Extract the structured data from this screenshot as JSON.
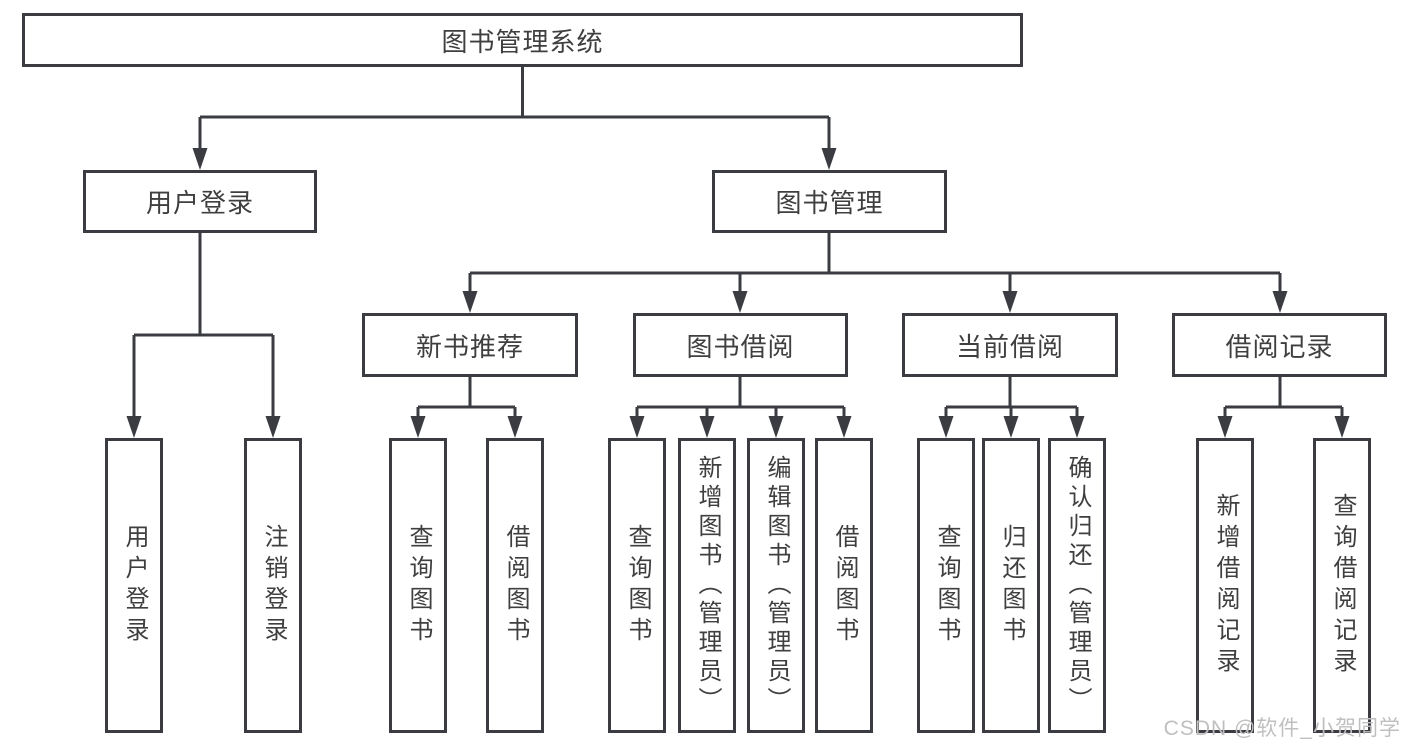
{
  "diagram": {
    "title": "图书管理系统",
    "watermark": "CSDN @软件_小贺同学",
    "colors": {
      "line": "#3a3c41",
      "text": "#3f3f3f",
      "background": "#ffffff",
      "watermark": "#bfbfbf"
    }
  },
  "nodes": {
    "root": {
      "label": "图书管理系统"
    },
    "level2": {
      "user_login": {
        "label": "用户登录"
      },
      "book_management": {
        "label": "图书管理"
      }
    },
    "level3": {
      "new_book_recommend": {
        "label": "新书推荐"
      },
      "book_borrowing": {
        "label": "图书借阅"
      },
      "current_borrowing": {
        "label": "当前借阅"
      },
      "borrowing_records": {
        "label": "借阅记录"
      }
    },
    "leaves": {
      "user_login": {
        "label": "用户登录"
      },
      "logout": {
        "label": "注销登录"
      },
      "recommend_query_books": {
        "label": "查询图书"
      },
      "recommend_borrow_books": {
        "label": "借阅图书"
      },
      "borrowing_query_books": {
        "label": "查询图书"
      },
      "borrowing_add_books": {
        "label": "新增图书（管理员）"
      },
      "borrowing_edit_books": {
        "label": "编辑图书（管理员）"
      },
      "borrowing_borrow_books": {
        "label": "借阅图书"
      },
      "current_query_books": {
        "label": "查询图书"
      },
      "current_return_books": {
        "label": "归还图书"
      },
      "current_confirm_return": {
        "label": "确认归还（管理员）"
      },
      "records_add_record": {
        "label": "新增借阅记录"
      },
      "records_query_record": {
        "label": "查询借阅记录"
      }
    }
  }
}
